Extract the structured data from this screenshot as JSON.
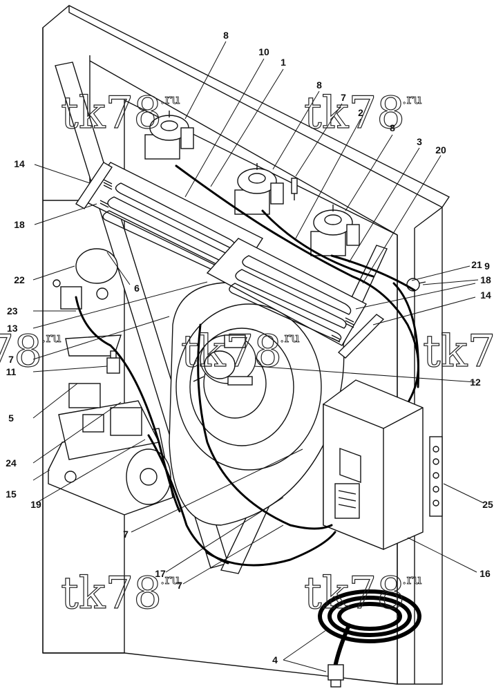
{
  "watermark": {
    "text": "tk78",
    "sup": ".ru"
  },
  "callouts": [
    {
      "id": "c1",
      "label": "1"
    },
    {
      "id": "c2",
      "label": "2"
    },
    {
      "id": "c3",
      "label": "3"
    },
    {
      "id": "c4",
      "label": "4"
    },
    {
      "id": "c5",
      "label": "5"
    },
    {
      "id": "c6",
      "label": "6"
    },
    {
      "id": "c7a",
      "label": "7"
    },
    {
      "id": "c7b",
      "label": "7"
    },
    {
      "id": "c7c",
      "label": "7"
    },
    {
      "id": "c7d",
      "label": "7"
    },
    {
      "id": "c7e",
      "label": "7"
    },
    {
      "id": "c8a",
      "label": "8"
    },
    {
      "id": "c8b",
      "label": "8"
    },
    {
      "id": "c8c",
      "label": "8"
    },
    {
      "id": "c9",
      "label": "9"
    },
    {
      "id": "c10",
      "label": "10"
    },
    {
      "id": "c11",
      "label": "11"
    },
    {
      "id": "c12",
      "label": "12"
    },
    {
      "id": "c13",
      "label": "13"
    },
    {
      "id": "c14a",
      "label": "14"
    },
    {
      "id": "c14b",
      "label": "14"
    },
    {
      "id": "c15",
      "label": "15"
    },
    {
      "id": "c16",
      "label": "16"
    },
    {
      "id": "c17",
      "label": "17"
    },
    {
      "id": "c18a",
      "label": "18"
    },
    {
      "id": "c18b",
      "label": "18"
    },
    {
      "id": "c19",
      "label": "19"
    },
    {
      "id": "c20",
      "label": "20"
    },
    {
      "id": "c21",
      "label": "21"
    },
    {
      "id": "c22",
      "label": "22"
    },
    {
      "id": "c23",
      "label": "23"
    },
    {
      "id": "c24",
      "label": "24"
    },
    {
      "id": "c25",
      "label": "25"
    }
  ]
}
